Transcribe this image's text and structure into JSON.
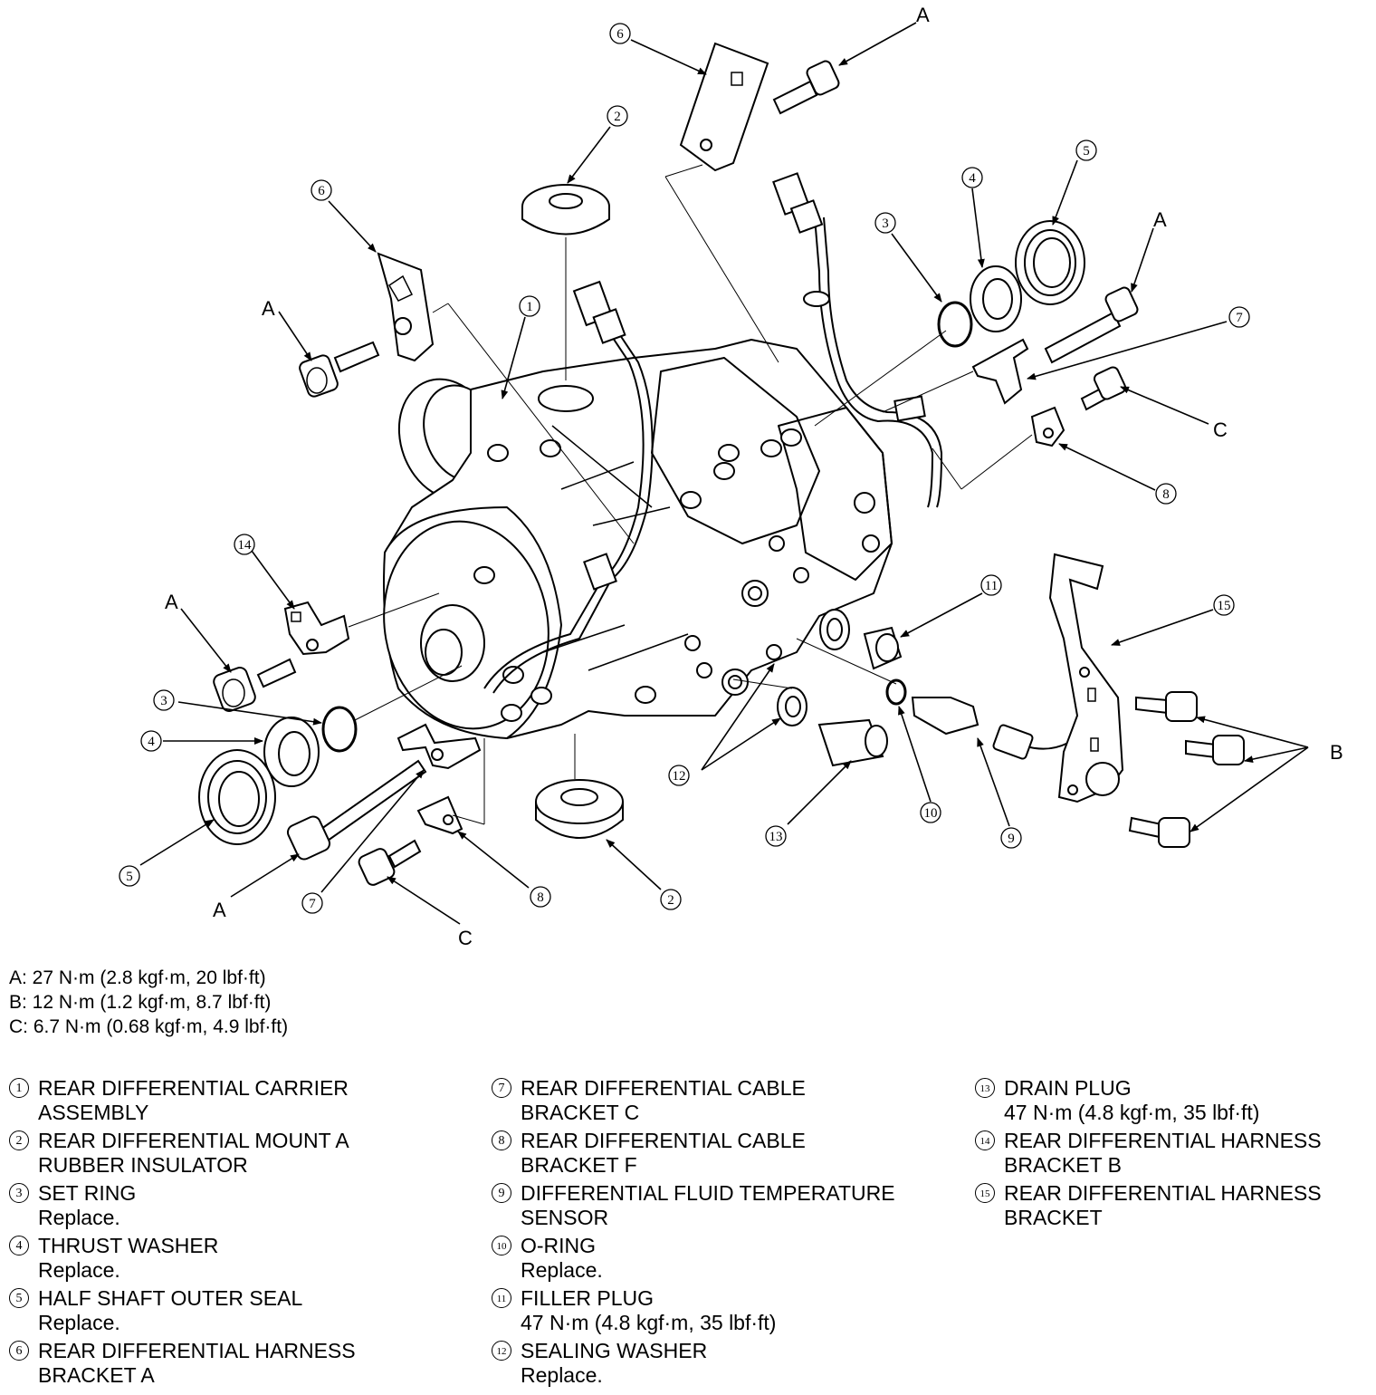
{
  "callouts": [
    {
      "num": "1"
    },
    {
      "num": "2"
    },
    {
      "num": "2"
    },
    {
      "num": "3"
    },
    {
      "num": "3"
    },
    {
      "num": "4"
    },
    {
      "num": "4"
    },
    {
      "num": "5"
    },
    {
      "num": "5"
    },
    {
      "num": "6"
    },
    {
      "num": "6"
    },
    {
      "num": "7"
    },
    {
      "num": "7"
    },
    {
      "num": "8"
    },
    {
      "num": "8"
    },
    {
      "num": "9"
    },
    {
      "num": "10"
    },
    {
      "num": "11"
    },
    {
      "num": "12"
    },
    {
      "num": "13"
    },
    {
      "num": "14"
    },
    {
      "num": "15"
    }
  ],
  "letter_labels": [
    "A",
    "A",
    "A",
    "A",
    "A",
    "B",
    "C",
    "C"
  ],
  "torque_specs": [
    "A: 27 N·m (2.8 kgf·m, 20 lbf·ft)",
    "B: 12 N·m (1.2 kgf·m, 8.7 lbf·ft)",
    "C: 6.7 N·m (0.68 kgf·m, 4.9 lbf·ft)"
  ],
  "parts_col1": [
    {
      "num": "1",
      "name1": "REAR DIFFERENTIAL CARRIER",
      "name2": "ASSEMBLY"
    },
    {
      "num": "2",
      "name1": "REAR DIFFERENTIAL MOUNT A",
      "name2": "RUBBER INSULATOR"
    },
    {
      "num": "3",
      "name1": "SET RING",
      "name2": "Replace."
    },
    {
      "num": "4",
      "name1": "THRUST WASHER",
      "name2": "Replace."
    },
    {
      "num": "5",
      "name1": "HALF SHAFT OUTER SEAL",
      "name2": "Replace."
    },
    {
      "num": "6",
      "name1": "REAR DIFFERENTIAL HARNESS",
      "name2": "BRACKET A"
    }
  ],
  "parts_col2": [
    {
      "num": "7",
      "name1": "REAR DIFFERENTIAL CABLE",
      "name2": "BRACKET C"
    },
    {
      "num": "8",
      "name1": "REAR DIFFERENTIAL CABLE",
      "name2": "BRACKET F"
    },
    {
      "num": "9",
      "name1": "DIFFERENTIAL FLUID TEMPERATURE",
      "name2": "SENSOR"
    },
    {
      "num": "10",
      "name1": "O-RING",
      "name2": "Replace."
    },
    {
      "num": "11",
      "name1": "FILLER PLUG",
      "name2": "47 N·m (4.8 kgf·m, 35 lbf·ft)"
    },
    {
      "num": "12",
      "name1": "SEALING WASHER",
      "name2": "Replace."
    }
  ],
  "parts_col3": [
    {
      "num": "13",
      "name1": "DRAIN PLUG",
      "name2": "47 N·m (4.8 kgf·m, 35 lbf·ft)"
    },
    {
      "num": "14",
      "name1": "REAR DIFFERENTIAL HARNESS",
      "name2": "BRACKET B"
    },
    {
      "num": "15",
      "name1": "REAR DIFFERENTIAL HARNESS",
      "name2": "BRACKET"
    }
  ]
}
